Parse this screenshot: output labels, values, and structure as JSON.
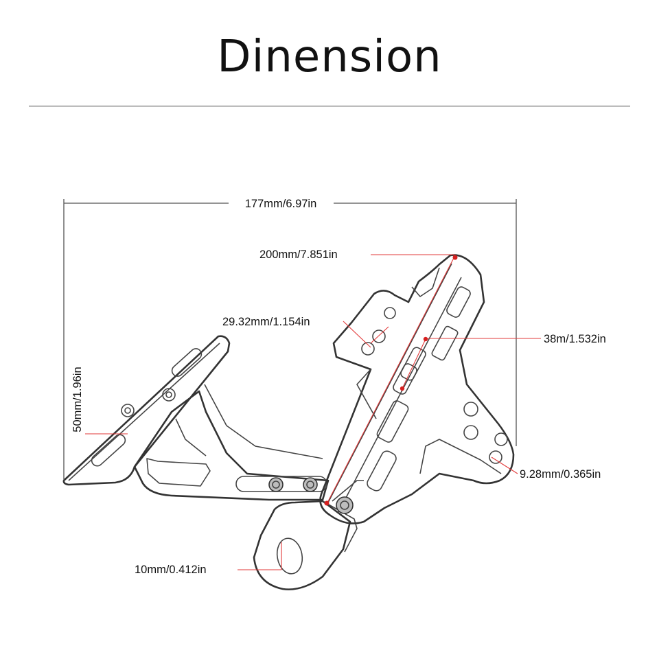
{
  "title": "Dinension",
  "dimensions": {
    "overall_width": "177mm/6.97in",
    "height": "50mm/1.96in",
    "arm_length": "200mm/7.851in",
    "slot_spacing": "29.32mm/1.154in",
    "arm_width": "38m/1.532in",
    "small_hole": "9.28mm/0.365in",
    "clamp_hole": "10mm/0.412in"
  },
  "colors": {
    "annotation": "#e23a3a",
    "outline": "#333333"
  }
}
